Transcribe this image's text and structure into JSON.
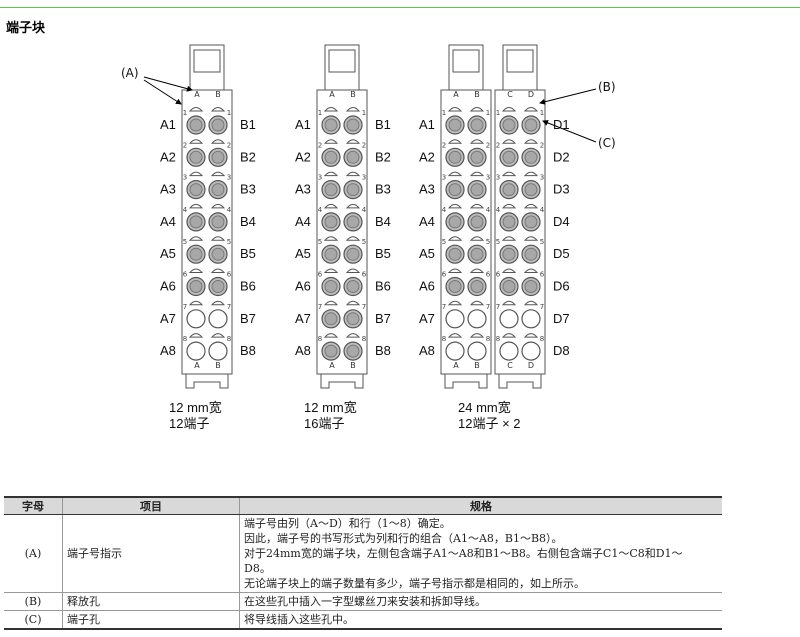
{
  "page": {
    "title": "端子块"
  },
  "figure": {
    "blocks": [
      {
        "caption1": "12 mm宽",
        "caption2": "12端子",
        "units": [
          {
            "cols": [
              "A",
              "B"
            ],
            "filled_rows": 6
          }
        ]
      },
      {
        "caption1": "12 mm宽",
        "caption2": "16端子",
        "units": [
          {
            "cols": [
              "A",
              "B"
            ],
            "filled_rows": 8
          }
        ]
      },
      {
        "caption1": "24 mm宽",
        "caption2": "12端子 × 2",
        "units": [
          {
            "cols": [
              "A",
              "B"
            ],
            "filled_rows": 6
          },
          {
            "cols": [
              "C",
              "D"
            ],
            "filled_rows": 6
          }
        ]
      }
    ],
    "rows": [
      "1",
      "2",
      "3",
      "4",
      "5",
      "6",
      "7",
      "8"
    ],
    "callouts": {
      "a": "(A)",
      "b": "(B)",
      "c": "(C)"
    },
    "colors": {
      "line": "#555555",
      "hole_fill": "#bdbdbd",
      "accent": "#5ac85a"
    }
  },
  "table": {
    "headers": [
      "字母",
      "项目",
      "规格"
    ],
    "rows": [
      {
        "letter": "(A)",
        "item": "端子号指示",
        "spec": [
          "端子号由列（A～D）和行（1～8）确定。",
          "因此，端子号的书写形式为列和行的组合（A1～A8，B1～B8）。",
          "对于24mm宽的端子块，左侧包含端子A1～A8和B1～B8。右侧包含端子C1～C8和D1～",
          "D8。",
          "无论端子块上的端子数量有多少，端子号指示都是相同的，如上所示。"
        ]
      },
      {
        "letter": "(B)",
        "item": "释放孔",
        "spec": [
          "在这些孔中插入一字型螺丝刀来安装和拆卸导线。"
        ]
      },
      {
        "letter": "(C)",
        "item": "端子孔",
        "spec": [
          "将导线插入这些孔中。"
        ]
      }
    ]
  }
}
